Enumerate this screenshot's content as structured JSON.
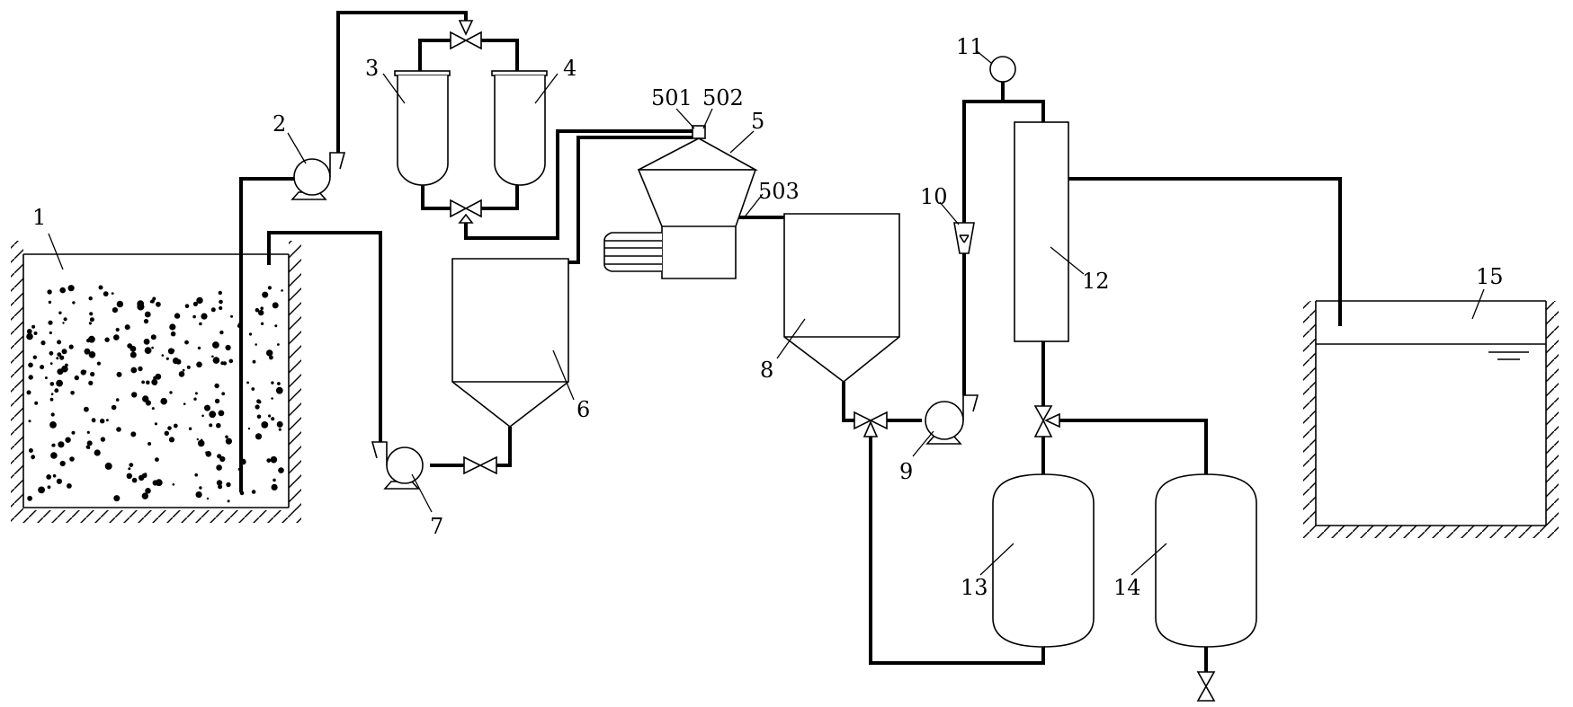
{
  "labels": {
    "n1": "1",
    "n2": "2",
    "n3": "3",
    "n4": "4",
    "n5": "5",
    "n501": "501",
    "n502": "502",
    "n503": "503",
    "n6": "6",
    "n7": "7",
    "n8": "8",
    "n9": "9",
    "n10": "10",
    "n11": "11",
    "n12": "12",
    "n13": "13",
    "n14": "14",
    "n15": "15"
  }
}
